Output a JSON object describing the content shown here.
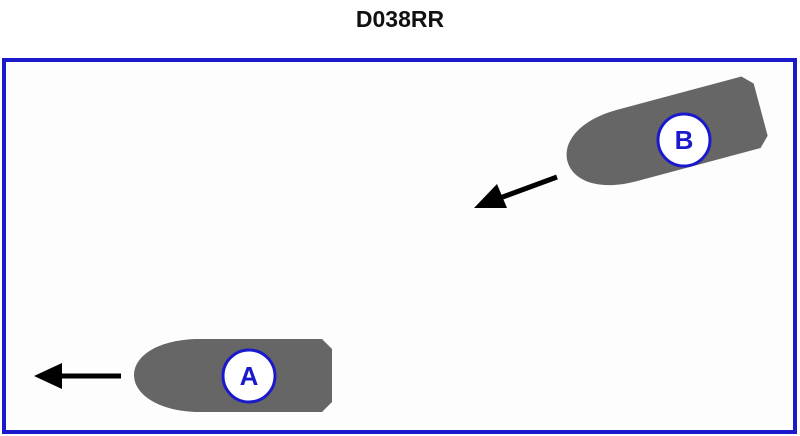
{
  "diagram": {
    "title": "D038RR",
    "colors": {
      "frame": "#1a1acc",
      "background": "#fdfdfd",
      "hull": "#666666",
      "label_circle_fill": "#ffffff",
      "label_color": "#1a1acc",
      "arrow": "#000000"
    },
    "boats": [
      {
        "label": "A",
        "heading": "left"
      },
      {
        "label": "B",
        "heading": "left-down"
      }
    ]
  }
}
